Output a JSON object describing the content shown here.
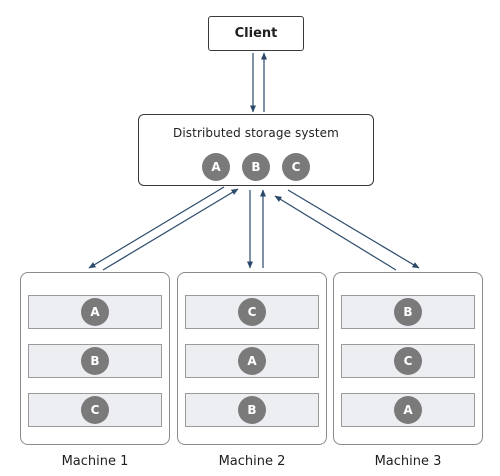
{
  "client": {
    "label": "Client"
  },
  "storage": {
    "title": "Distributed storage system",
    "shards": [
      "A",
      "B",
      "C"
    ]
  },
  "machines": [
    {
      "label": "Machine 1",
      "slots": [
        "A",
        "B",
        "C"
      ]
    },
    {
      "label": "Machine 2",
      "slots": [
        "C",
        "A",
        "B"
      ]
    },
    {
      "label": "Machine 3",
      "slots": [
        "B",
        "C",
        "A"
      ]
    }
  ],
  "colors": {
    "arrow": "#2b4a6b",
    "shard_fill": "#7a7a7a",
    "slot_fill": "#eceef1",
    "box_border": "#3a3a3a"
  }
}
